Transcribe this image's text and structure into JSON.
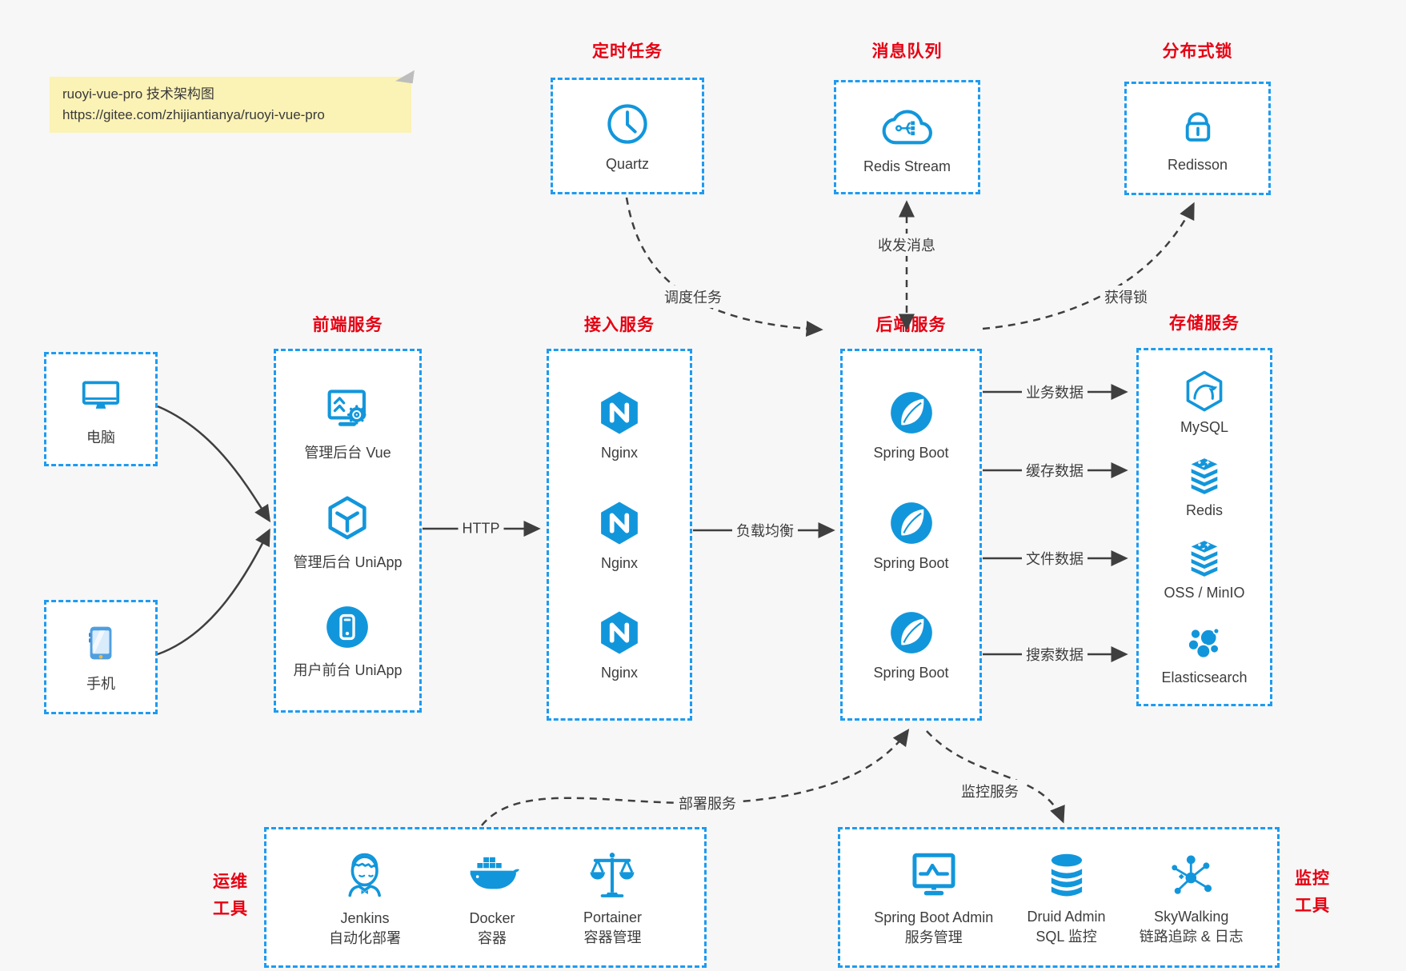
{
  "colors": {
    "accent_blue": "#1296db",
    "border_blue": "#1e9bf0",
    "title_red": "#e60012",
    "ink": "#3f3f3f",
    "page_bg": "#f7f7f7",
    "note_bg": "#fbf2b5"
  },
  "note": {
    "line1": "ruoyi-vue-pro 技术架构图",
    "line2": "https://gitee.com/zhijiantianya/ruoyi-vue-pro"
  },
  "top_groups": [
    {
      "title": "定时任务",
      "label": "Quartz",
      "icon": "clock-icon"
    },
    {
      "title": "消息队列",
      "label": "Redis Stream",
      "icon": "cloud-message-icon"
    },
    {
      "title": "分布式锁",
      "label": "Redisson",
      "icon": "lock-icon"
    }
  ],
  "clients": [
    {
      "label": "电脑",
      "icon": "desktop-icon"
    },
    {
      "label": "手机",
      "icon": "smartphone-icon"
    }
  ],
  "columns": [
    {
      "title": "前端服务",
      "items": [
        {
          "label": "管理后台 Vue",
          "icon": "admin-vue-icon"
        },
        {
          "label": "管理后台 UniApp",
          "icon": "uniapp-cube-icon"
        },
        {
          "label": "用户前台 UniApp",
          "icon": "user-app-icon"
        }
      ]
    },
    {
      "title": "接入服务",
      "items": [
        {
          "label": "Nginx",
          "icon": "nginx-icon"
        },
        {
          "label": "Nginx",
          "icon": "nginx-icon"
        },
        {
          "label": "Nginx",
          "icon": "nginx-icon"
        }
      ]
    },
    {
      "title": "后端服务",
      "items": [
        {
          "label": "Spring Boot",
          "icon": "spring-boot-icon"
        },
        {
          "label": "Spring Boot",
          "icon": "spring-boot-icon"
        },
        {
          "label": "Spring Boot",
          "icon": "spring-boot-icon"
        }
      ]
    },
    {
      "title": "存储服务",
      "items": [
        {
          "label": "MySQL",
          "icon": "mysql-icon"
        },
        {
          "label": "Redis",
          "icon": "redis-stack-icon"
        },
        {
          "label": "OSS / MinIO",
          "icon": "oss-stack-icon"
        },
        {
          "label": "Elasticsearch",
          "icon": "elasticsearch-icon"
        }
      ]
    }
  ],
  "edges": {
    "http": "HTTP",
    "load_balance": "负载均衡",
    "schedule": "调度任务",
    "message": "收发消息",
    "acquire_lock": "获得锁",
    "business_data": "业务数据",
    "cache_data": "缓存数据",
    "file_data": "文件数据",
    "search_data": "搜索数据",
    "deploy": "部署服务",
    "monitor": "监控服务"
  },
  "bottom_groups": [
    {
      "title_line1": "运维",
      "title_line2": "工具",
      "items": [
        {
          "label": "Jenkins",
          "sublabel": "自动化部署",
          "icon": "jenkins-icon"
        },
        {
          "label": "Docker",
          "sublabel": "容器",
          "icon": "docker-icon"
        },
        {
          "label": "Portainer",
          "sublabel": "容器管理",
          "icon": "portainer-icon"
        }
      ]
    },
    {
      "title_line1": "监控",
      "title_line2": "工具",
      "items": [
        {
          "label": "Spring Boot Admin",
          "sublabel": "服务管理",
          "icon": "spring-boot-admin-icon"
        },
        {
          "label": "Druid Admin",
          "sublabel": "SQL 监控",
          "icon": "druid-icon"
        },
        {
          "label": "SkyWalking",
          "sublabel": "链路追踪 & 日志",
          "icon": "skywalking-icon"
        }
      ]
    }
  ]
}
